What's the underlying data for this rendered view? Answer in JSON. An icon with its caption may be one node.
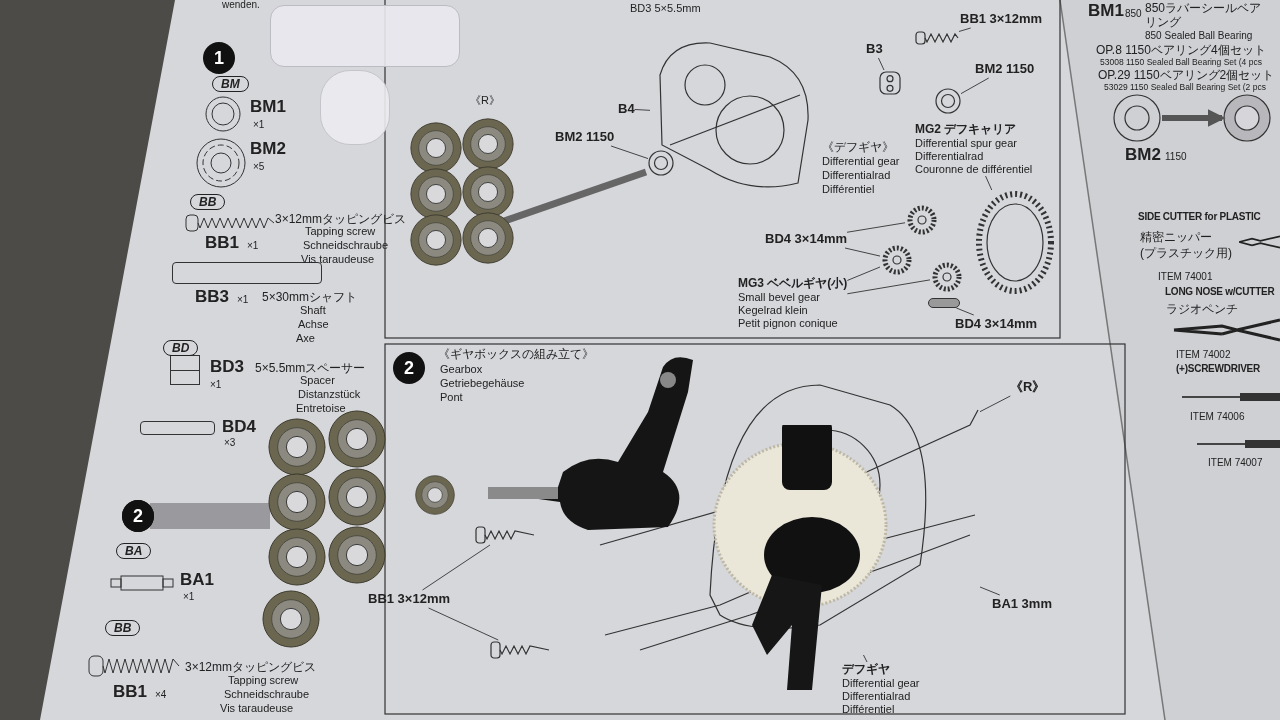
{
  "diagram": {
    "nodes": [
      {
        "text": [
          "B3"
        ]
      },
      {
        "text": [
          "BB1 3×12mm"
        ]
      },
      {
        "text": [
          "BM2 1150"
        ]
      },
      {
        "text": [
          "B4"
        ]
      },
      {
        "text": [
          "BM2 1150"
        ]
      },
      {
        "text": [
          "MG2 デフキャリア",
          "Differential spur gear",
          "Differentialrad",
          "Couronne de différentiel"
        ]
      },
      {
        "text": [
          "BD4 3×14mm"
        ]
      },
      {
        "text": [
          "MG3 ベベルギヤ(小)",
          "Small bevel gear",
          "Kegelrad klein",
          "Petit pignon conique"
        ]
      },
      {
        "text": [
          "BD4 3×14mm"
        ]
      },
      {
        "text": [],
        "shape": "picture"
      },
      {
        "text": [],
        "shape": "picture"
      },
      {
        "text": [],
        "shape": "picture"
      },
      {
        "text": [],
        "shape": "picture"
      },
      {
        "text": [],
        "shape": "picture"
      },
      {
        "text": [],
        "shape": "picture"
      },
      {
        "text": [],
        "shape": "picture"
      },
      {
        "text": [],
        "shape": "picture"
      },
      {
        "text": [],
        "shape": "bar"
      },
      {
        "text": [],
        "shape": "picture"
      },
      {
        "text": [
          "《R》"
        ]
      },
      {
        "text": [
          "BB1 3×12mm"
        ]
      },
      {
        "text": [
          "BA1 3mm"
        ]
      },
      {
        "text": [
          "デフギヤ",
          "Differential gear",
          "Differentialrad",
          "Différentiel"
        ]
      },
      {
        "text": [],
        "shape": "picture"
      },
      {
        "text": [],
        "shape": "picture"
      },
      {
        "text": [],
        "shape": "picture"
      },
      {
        "text": [],
        "shape": "picture"
      },
      {
        "text": [],
        "shape": "picture"
      }
    ],
    "edges": [
      {
        "from": 0,
        "to": 18,
        "arrow": "none"
      },
      {
        "from": 1,
        "to": 10,
        "arrow": "none"
      },
      {
        "from": 2,
        "to": 11,
        "arrow": "none"
      },
      {
        "from": 3,
        "to": 9,
        "arrow": "none"
      },
      {
        "from": 4,
        "to": 12,
        "arrow": "none"
      },
      {
        "from": 5,
        "to": 13,
        "arrow": "none"
      },
      {
        "from": 6,
        "to": 14,
        "arrow": "none"
      },
      {
        "from": 6,
        "to": 15,
        "arrow": "none"
      },
      {
        "from": 7,
        "to": 15,
        "arrow": "none"
      },
      {
        "from": 7,
        "to": 16,
        "arrow": "none"
      },
      {
        "from": 8,
        "to": 17,
        "arrow": "none"
      },
      {
        "from": 19,
        "to": 23,
        "arrow": "none"
      },
      {
        "from": 20,
        "to": 24,
        "arrow": "none"
      },
      {
        "from": 20,
        "to": 25,
        "arrow": "none"
      },
      {
        "from": 21,
        "to": 23,
        "arrow": "none"
      },
      {
        "from": 22,
        "to": 23,
        "arrow": "none"
      },
      {
        "from": 26,
        "to": 27,
        "arrow": "to",
        "style": "thick",
        "color": "#555555"
      }
    ],
    "labels": [
      "wenden.",
      "1",
      "BM",
      "BM1",
      "×1",
      "BM2",
      "×5",
      "BB",
      "3×12mmタッピングビス",
      "BB1",
      "×1",
      "Tapping screw",
      "Schneidschraube",
      "Vis taraudeuse",
      "BB3",
      "×1",
      "5×30mmシャフト",
      "Shaft",
      "Achse",
      "Axe",
      "BD",
      "BD3",
      "×1",
      "5×5.5mmスペーサー",
      "Spacer",
      "Distanzstück",
      "Entretoise",
      "BD4",
      "×3",
      "2",
      "BA",
      "BA1",
      "×1",
      "BB",
      "3×12mmタッピングビス",
      "BB1",
      "×4",
      "Tapping screw",
      "Schneidschraube",
      "Vis taraudeuse",
      "BD3 5×5.5mm",
      "《R》",
      "《デフギヤ》",
      "Differential gear",
      "Differentialrad",
      "Différentiel",
      "2",
      "《ギヤボックスの組み立て》",
      "Gearbox",
      "Getriebegehäuse",
      "Pont",
      "BM1",
      "850",
      "850ラバーシールベアリング",
      "850 Sealed Ball Bearing",
      "OP.8 1150ベアリング4個セット",
      "53008 1150 Sealed Ball Bearing Set (4 pcs",
      "OP.29 1150ベアリング2個セット",
      "53029 1150 Sealed Ball Bearing Set (2 pcs",
      "BM2",
      "1150",
      "SIDE CUTTER for PLASTIC",
      "精密ニッパー",
      "(プラスチック用)",
      "ITEM 74001",
      "LONG NOSE w/CUTTER",
      "ラジオペンチ",
      "ITEM 74002",
      "(+)SCREWDRIVER",
      "ITEM 74006",
      "ITEM 74007"
    ]
  }
}
